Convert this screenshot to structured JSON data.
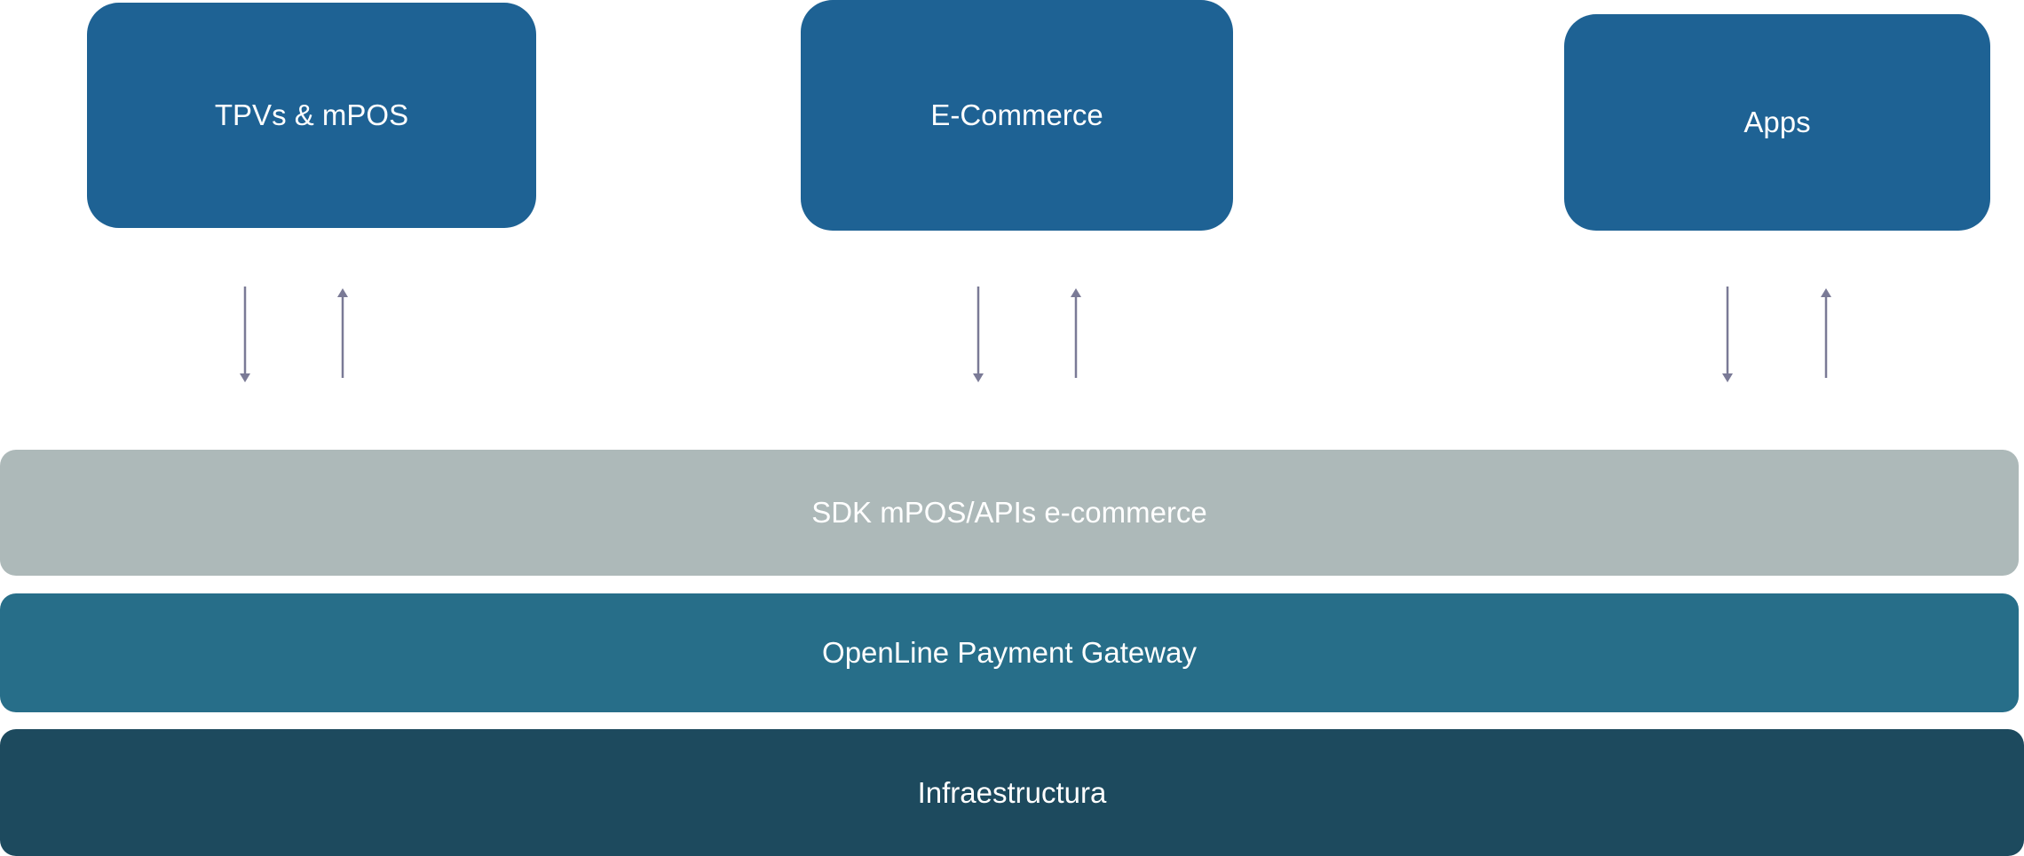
{
  "clients": [
    {
      "label": "TPVs & mPOS"
    },
    {
      "label": "E-Commerce"
    },
    {
      "label": "Apps"
    }
  ],
  "layers": [
    {
      "label": "SDK mPOS/APIs e-commerce"
    },
    {
      "label": "OpenLine Payment Gateway"
    },
    {
      "label": "Infraestructura"
    }
  ],
  "colors": {
    "client_box": "#1e6294",
    "sdk_layer": "#adb9b9",
    "gateway_layer": "#276e89",
    "infra_layer": "#1d4a5e",
    "arrow": "#7a7a96"
  }
}
